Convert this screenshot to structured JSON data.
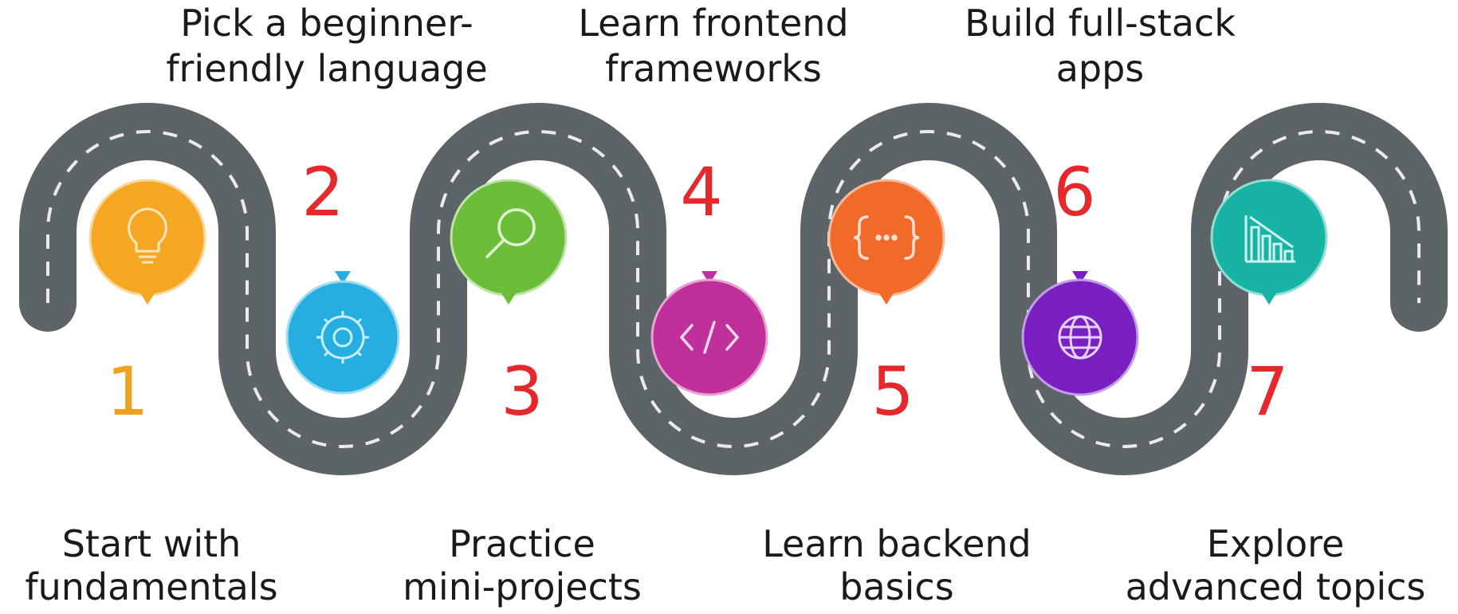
{
  "steps": [
    {
      "number": "1",
      "label_line1": "Start with",
      "label_line2": "fundamentals",
      "color": "#f5a623",
      "number_color": "#f0a020",
      "icon": "lightbulb-icon"
    },
    {
      "number": "2",
      "label_line1": "Pick a beginner-",
      "label_line2": "friendly language",
      "color": "#26aee0",
      "number_color": "#e5282c",
      "icon": "gear-icon"
    },
    {
      "number": "3",
      "label_line1": "Practice",
      "label_line2": "mini-projects",
      "color": "#6cbd3a",
      "number_color": "#e5282c",
      "icon": "magnifier-icon"
    },
    {
      "number": "4",
      "label_line1": "Learn frontend",
      "label_line2": "frameworks",
      "color": "#c0309a",
      "number_color": "#e5282c",
      "icon": "code-icon"
    },
    {
      "number": "5",
      "label_line1": "Learn backend",
      "label_line2": "basics",
      "color": "#f26a2a",
      "number_color": "#e5282c",
      "icon": "braces-icon"
    },
    {
      "number": "6",
      "label_line1": "Build full-stack",
      "label_line2": "apps",
      "color": "#7a1fc2",
      "number_color": "#e5282c",
      "icon": "globe-icon"
    },
    {
      "number": "7",
      "label_line1": "Explore",
      "label_line2": "advanced topics",
      "color": "#17b3a5",
      "number_color": "#e5282c",
      "icon": "chart-icon"
    }
  ],
  "road_color": "#5c6468"
}
